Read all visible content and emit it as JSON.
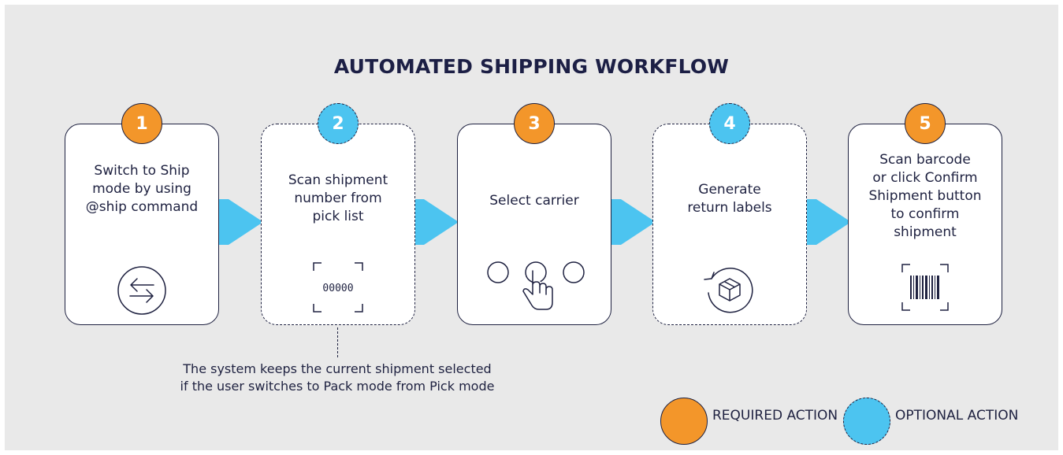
{
  "title": "AUTOMATED SHIPPING WORKFLOW",
  "colors": {
    "required": "#f3962a",
    "optional": "#4cc4f0",
    "arrow": "#4cc4f0",
    "outline": "#1e2140",
    "background": "#e9e9e9"
  },
  "steps": [
    {
      "number": "1",
      "kind": "required",
      "text": "Switch to Ship\nmode by using\n@ship command",
      "icon": "swap-arrows-icon"
    },
    {
      "number": "2",
      "kind": "optional",
      "text": "Scan shipment\nnumber from\npick list",
      "icon": "scan-code-icon",
      "icon_text": "00000"
    },
    {
      "number": "3",
      "kind": "required",
      "text": "Select carrier",
      "icon": "tap-select-icon"
    },
    {
      "number": "4",
      "kind": "optional",
      "text": "Generate\nreturn labels",
      "icon": "return-package-icon"
    },
    {
      "number": "5",
      "kind": "required",
      "text": "Scan barcode\nor click Confirm\nShipment button\nto confirm\nshipment",
      "icon": "barcode-scan-icon"
    }
  ],
  "note": "The system keeps the current shipment selected\nif the user switches to Pack mode from Pick mode",
  "legend": {
    "required": "REQUIRED ACTION",
    "optional": "OPTIONAL ACTION"
  }
}
